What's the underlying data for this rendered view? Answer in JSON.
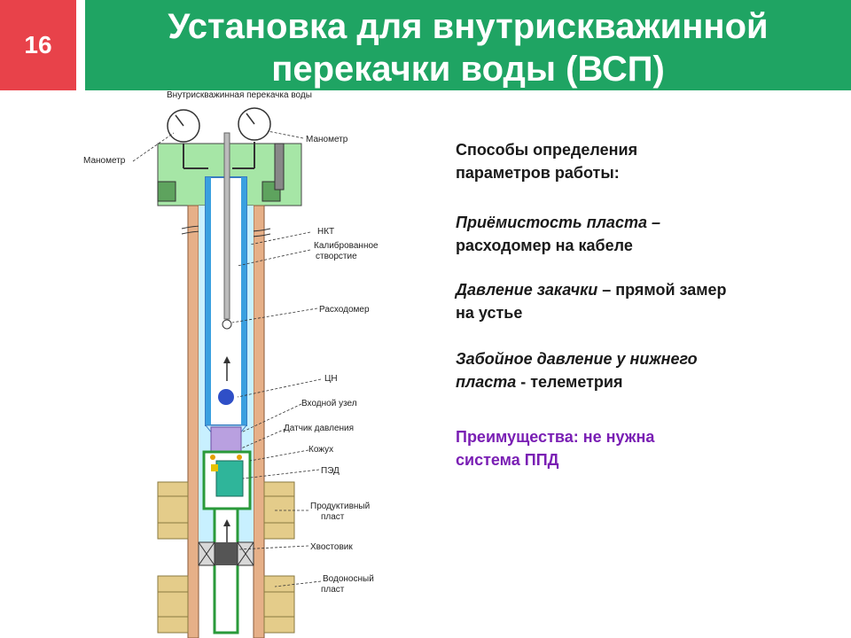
{
  "slide": {
    "number": "16",
    "title_line1": "Установка для внутрискважинной",
    "title_line2": "перекачки воды (ВСП)"
  },
  "diagram": {
    "caption": "Внутрискважинная перекачка воды",
    "labels": {
      "manometer_left": "Манометр",
      "manometer_right": "Манометр",
      "nkt": "НКТ",
      "calibrated_1": "Калиброванное",
      "calibrated_2": "створстие",
      "flowmeter": "Расходомер",
      "cn": "ЦН",
      "inlet": "Входной узел",
      "pressure_sensor": "Датчик давления",
      "casing": "Кожух",
      "ped": "ПЭД",
      "productive_1": "Продуктивный",
      "productive_2": "пласт",
      "tail": "Хвостовик",
      "water_1": "Водоносный",
      "water_2": "пласт"
    }
  },
  "content": {
    "methods_title_1": "Способы определения",
    "methods_title_2": "параметров работы:",
    "item1_italic": "Приёмистость пласта –",
    "item1_rest": "расходомер на кабеле",
    "item2_italic": "Давление закачки",
    "item2_rest_a": " – прямой замер",
    "item2_rest_b": "на устье",
    "item3_italic_1": "Забойное давление у нижнего",
    "item3_italic_2": "пласта",
    "item3_rest": " - телеметрия",
    "advantages_1": "Преимущества: не нужна",
    "advantages_2": "система ППД"
  },
  "colors": {
    "title_bg": "#1fa463",
    "number_bg": "#e8424a",
    "advantage_text": "#7a1fb4"
  }
}
